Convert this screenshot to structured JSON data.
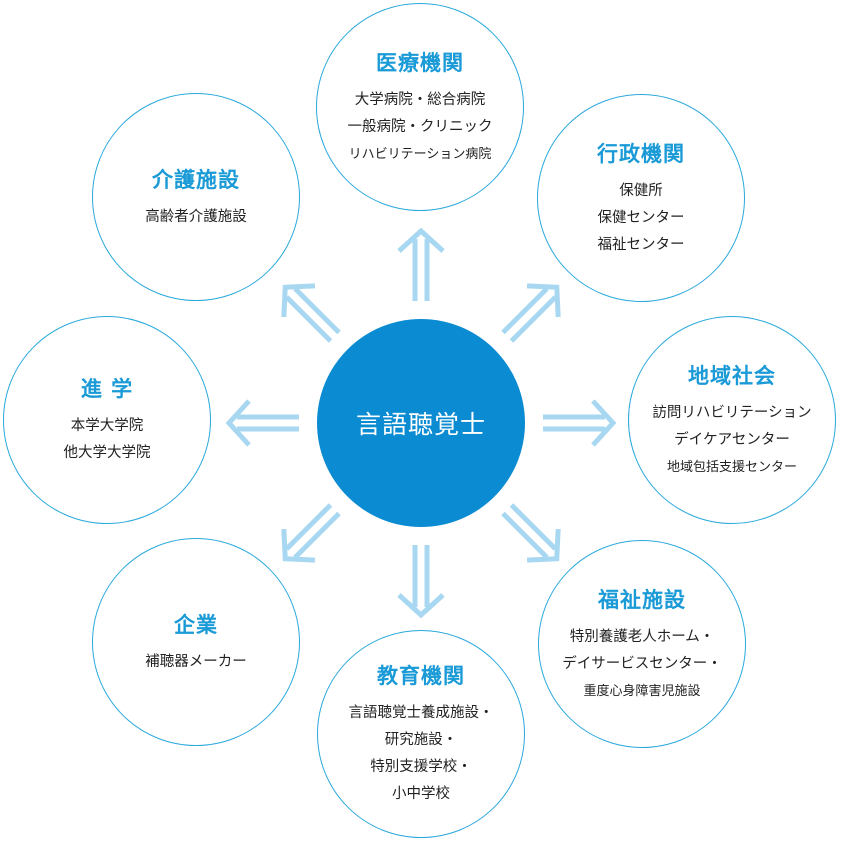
{
  "center": {
    "label": "言語聴覚士"
  },
  "nodes": {
    "medical": {
      "title": "医療機関",
      "lines": [
        "大学病院・総合病院",
        "一般病院・クリニック",
        "リハビリテーション病院"
      ]
    },
    "admin": {
      "title": "行政機関",
      "lines": [
        "保健所",
        "保健センター",
        "福祉センター"
      ]
    },
    "community": {
      "title": "地域社会",
      "lines": [
        "訪問リハビリテーション",
        "デイケアセンター",
        "地域包括支援センター"
      ]
    },
    "welfare": {
      "title": "福祉施設",
      "lines": [
        "特別養護老人ホーム・",
        "デイサービスセンター・",
        "重度心身障害児施設"
      ]
    },
    "education": {
      "title": "教育機関",
      "lines": [
        "言語聴覚士養成施設・",
        "研究施設・",
        "特別支援学校・",
        "小中学校"
      ]
    },
    "company": {
      "title": "企業",
      "lines": [
        "補聴器メーカー"
      ]
    },
    "study": {
      "title": "進 学",
      "lines": [
        "本学大学院",
        "他大学大学院"
      ]
    },
    "care": {
      "title": "介護施設",
      "lines": [
        "高齢者介護施設"
      ]
    }
  },
  "colors": {
    "center_fill": "#0b8bd1",
    "circle_border": "#2ba9dc",
    "title_text": "#1a9ad6",
    "arrow": "#a8d7f1"
  }
}
